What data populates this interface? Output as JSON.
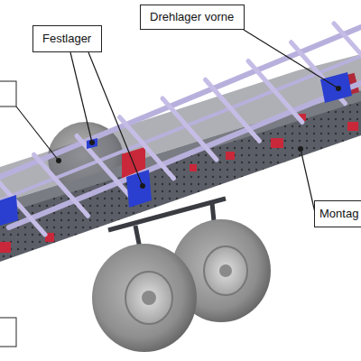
{
  "diagram": {
    "nodes": [
      {
        "text": [
          "Drehlager vorne"
        ]
      },
      {
        "text": [
          "Festlager"
        ]
      },
      {
        "text": [
          "Montag"
        ]
      }
    ]
  }
}
